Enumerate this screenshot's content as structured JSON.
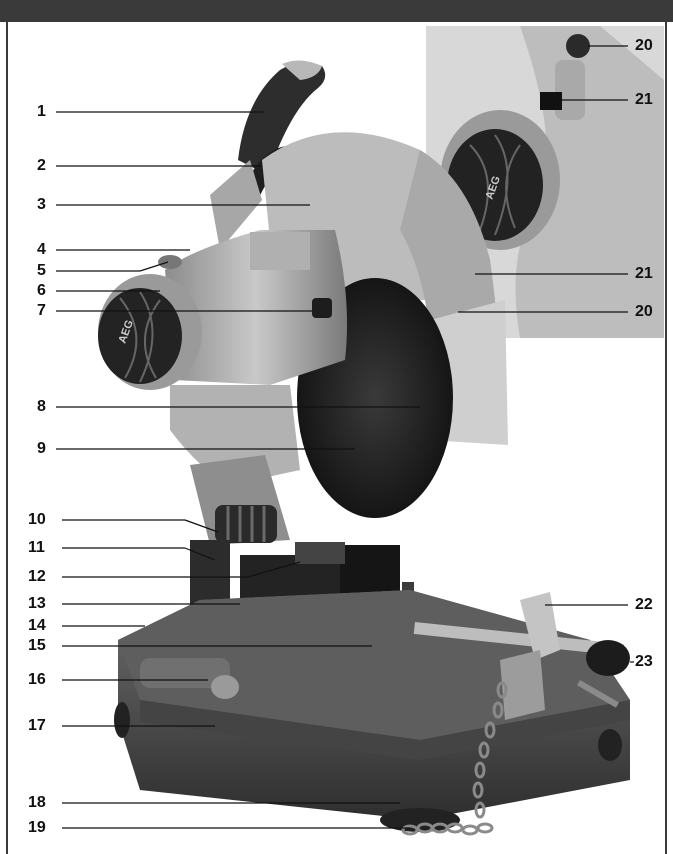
{
  "callouts_left": [
    {
      "n": "1"
    },
    {
      "n": "2"
    },
    {
      "n": "3"
    },
    {
      "n": "4"
    },
    {
      "n": "5"
    },
    {
      "n": "6"
    },
    {
      "n": "7"
    },
    {
      "n": "8"
    },
    {
      "n": "9"
    },
    {
      "n": "10"
    },
    {
      "n": "11"
    },
    {
      "n": "12"
    },
    {
      "n": "13"
    },
    {
      "n": "14"
    },
    {
      "n": "15"
    },
    {
      "n": "16"
    },
    {
      "n": "17"
    },
    {
      "n": "18"
    },
    {
      "n": "19"
    }
  ],
  "callouts_right": [
    {
      "n": "20"
    },
    {
      "n": "21"
    },
    {
      "n": "21"
    },
    {
      "n": "20"
    },
    {
      "n": "22"
    },
    {
      "n": "23"
    }
  ],
  "logo": "AEG"
}
